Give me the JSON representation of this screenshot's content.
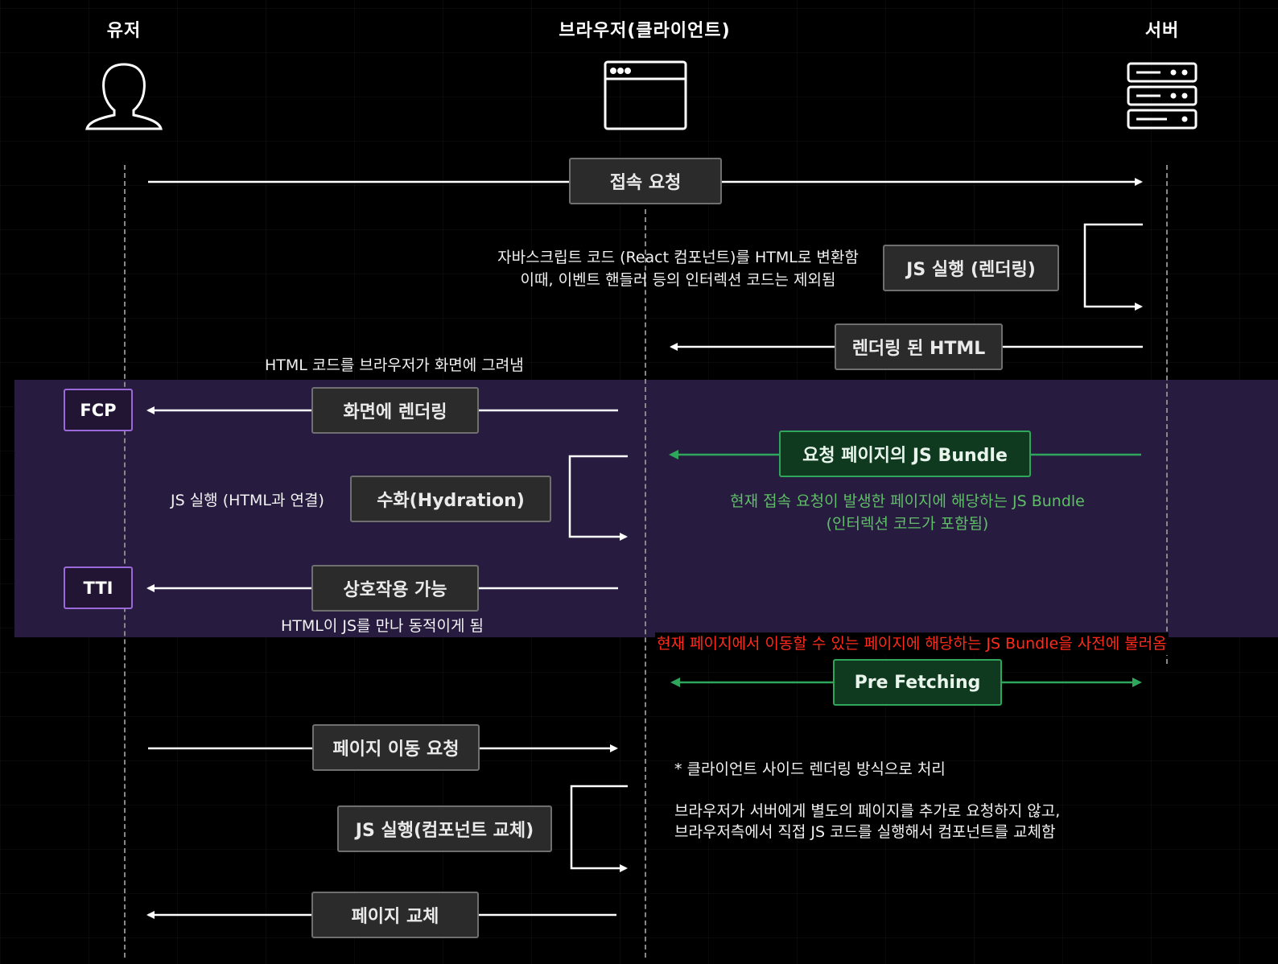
{
  "actors": {
    "user": "유저",
    "browser": "브라우저(클라이언트)",
    "server": "서버"
  },
  "icons": {
    "user": "user-silhouette-icon",
    "browser": "browser-window-icon",
    "server": "server-rack-icon"
  },
  "steps": {
    "connect_request": "접속 요청",
    "js_exec_render": "JS 실행 (렌더링)",
    "rendered_html": "렌더링 된 HTML",
    "screen_render": "화면에 렌더링",
    "page_js_bundle": "요청 페이지의 JS Bundle",
    "hydration": "수화(Hydration)",
    "interactive": "상호작용 가능",
    "prefetching": "Pre Fetching",
    "page_move_request": "페이지 이동 요청",
    "js_exec_component": "JS 실행(컴포넌트 교체)",
    "page_replace": "페이지 교체"
  },
  "tags": {
    "fcp": "FCP",
    "tti": "TTI"
  },
  "notes": {
    "js_to_html_1": "자바스크립트 코드 (React 컴포넌트)를 HTML로 변환함",
    "js_to_html_2": "이때, 이벤트 핸들러 등의 인터렉션 코드는 제외됨",
    "browser_draws": "HTML 코드를 브라우저가 화면에 그려냄",
    "js_exec_html": "JS 실행 (HTML과 연결)",
    "bundle_desc_1": "현재 접속 요청이 발생한 페이지에 해당하는 JS Bundle",
    "bundle_desc_2": "(인터렉션 코드가 포함됨)",
    "html_meets_js": "HTML이 JS를 만나 동적이게 됨",
    "prefetch_desc": "현재 페이지에서 이동할 수 있는 페이지에 해당하는 JS Bundle을 사전에 불러옴",
    "csr_1": "* 클라이언트 사이드 렌더링 방식으로 처리",
    "csr_2": "브라우저가 서버에게 별도의 페이지를 추가로 요청하지 않고,",
    "csr_3": "브라우저측에서 직접 JS 코드를 실행해서 컴포넌트를 교체함"
  },
  "colors": {
    "band": "#2a1d45",
    "green": "#2fa65b",
    "green_text": "#5fbf66",
    "red_text": "#ff2a1a",
    "tag_border": "#9b6ad8"
  }
}
